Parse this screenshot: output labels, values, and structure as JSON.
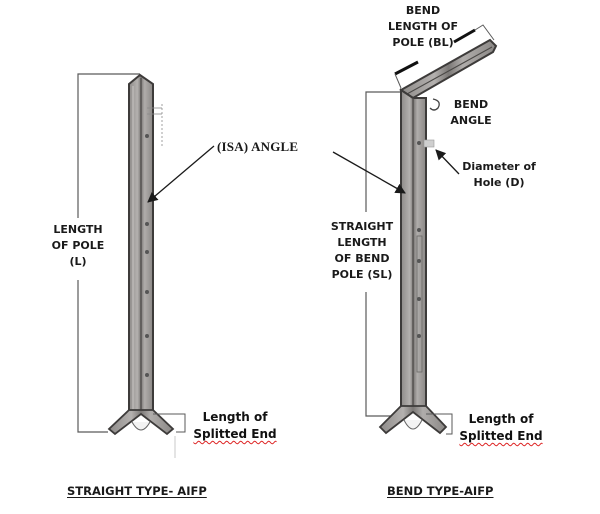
{
  "diagram": {
    "title": "ISA Angle Iron Fence Pole (AIFP) types",
    "colors": {
      "pole_fill": "#a9a6a4",
      "pole_edge": "#3d3b3a",
      "dimension_line": "#5a5a5a",
      "text": "#1a1a1a",
      "spell_underline": "#d22222"
    },
    "straight_pole": {
      "caption": "STRAIGHT TYPE- AIFP",
      "length_label": [
        "LENGTH",
        "OF POLE",
        "(L)"
      ],
      "pointer_label": "(ISA) ANGLE",
      "splitted_end_label": [
        "Length of",
        "Splitted End"
      ],
      "holes": 6
    },
    "bend_pole": {
      "caption": "BEND TYPE-AIFP",
      "bend_length_label": [
        "BEND",
        "LENGTH OF",
        "POLE (BL)"
      ],
      "bend_angle_label": [
        "BEND",
        "ANGLE"
      ],
      "hole_diameter_label": [
        "Diameter of",
        "Hole (D)"
      ],
      "straight_length_label": [
        "STRAIGHT",
        "LENGTH",
        "OF BEND",
        "POLE (SL)"
      ],
      "splitted_end_label": [
        "Length of",
        "Splitted End"
      ],
      "holes": 5
    }
  }
}
